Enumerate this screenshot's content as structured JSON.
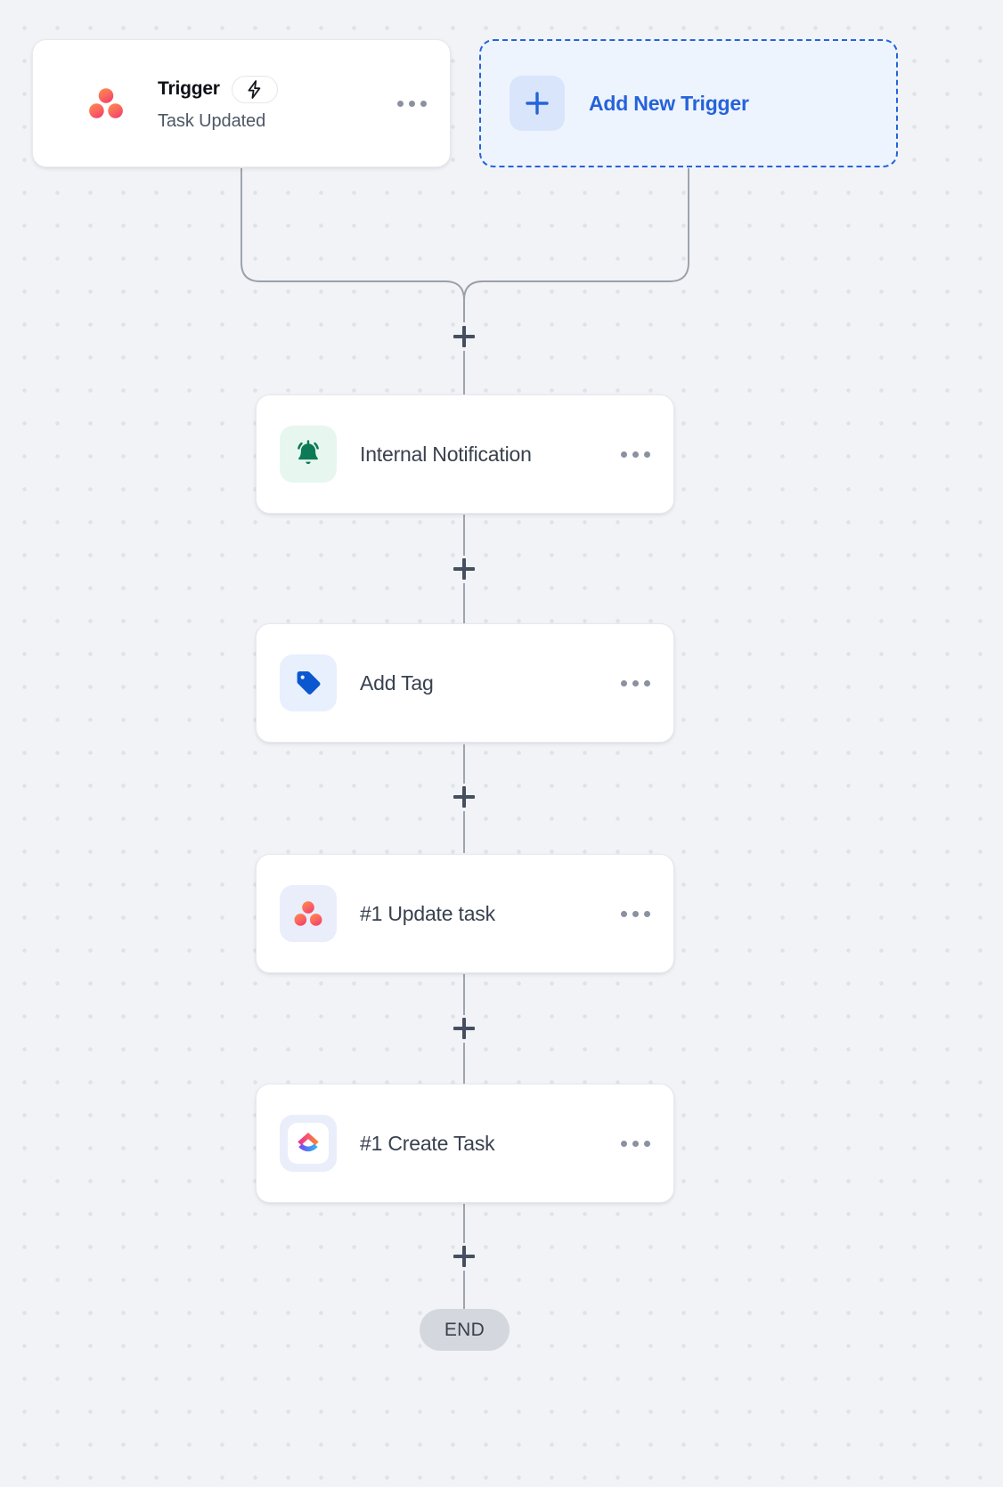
{
  "canvas": {
    "background_color": "#f1f3f6",
    "dot_color": "#dfe3e8"
  },
  "trigger": {
    "title": "Trigger",
    "subtitle": "Task Updated",
    "badge_icon": "lightning-bolt-icon",
    "app_icon": "asana-logo-icon",
    "menu_icon": "more-options-icon"
  },
  "add_trigger": {
    "label": "Add New Trigger",
    "plus_icon": "plus-icon",
    "accent_color": "#2563d9",
    "fill_color": "#eef4fe"
  },
  "steps": [
    {
      "label": "Internal Notification",
      "icon": "bell-icon",
      "icon_color": "#0c7a56",
      "tile_color": "#e7f7ef",
      "menu_icon": "more-options-icon"
    },
    {
      "label": "Add Tag",
      "icon": "tag-icon",
      "icon_color": "#0b57d0",
      "tile_color": "#e8effd",
      "menu_icon": "more-options-icon"
    },
    {
      "label": "#1 Update task",
      "icon": "asana-logo-icon",
      "icon_color": "#f2615c",
      "tile_color": "#eaeefb",
      "menu_icon": "more-options-icon"
    },
    {
      "label": "#1 Create Task",
      "icon": "clickup-logo-icon",
      "icon_color": "#fd71af",
      "tile_color": "#eaeefb",
      "menu_icon": "more-options-icon"
    }
  ],
  "connectors": {
    "add_step_icon": "plus-icon",
    "line_color": "#9aa0aa"
  },
  "end_node": {
    "label": "END",
    "background_color": "#d4d8de"
  }
}
